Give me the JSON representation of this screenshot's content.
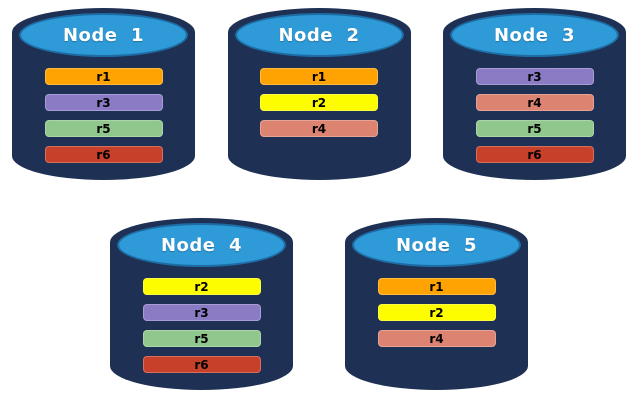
{
  "diagram": {
    "background": "#FFFFFF",
    "colors": {
      "cylinder_body": "#1E3154",
      "cylinder_top": "#2E9AD8",
      "cylinder_top_border": "#1D6CA3",
      "title_text": "#FFFFFF",
      "bar_text": "#000000",
      "replicas": {
        "r1": "#FFA303",
        "r2": "#FDFD00",
        "r3": "#8A7BC4",
        "r4": "#DD8372",
        "r5": "#90C78C",
        "r6": "#C7402A"
      }
    },
    "nodes": [
      {
        "title": "Node  1",
        "replicas": [
          "r1",
          "r3",
          "r5",
          "r6"
        ]
      },
      {
        "title": "Node  2",
        "replicas": [
          "r1",
          "r2",
          "r4"
        ]
      },
      {
        "title": "Node  3",
        "replicas": [
          "r3",
          "r4",
          "r5",
          "r6"
        ]
      },
      {
        "title": "Node  4",
        "replicas": [
          "r2",
          "r3",
          "r5",
          "r6"
        ]
      },
      {
        "title": "Node  5",
        "replicas": [
          "r1",
          "r2",
          "r4"
        ]
      }
    ],
    "rows": [
      [
        0,
        1,
        2
      ],
      [
        3,
        4
      ]
    ]
  }
}
